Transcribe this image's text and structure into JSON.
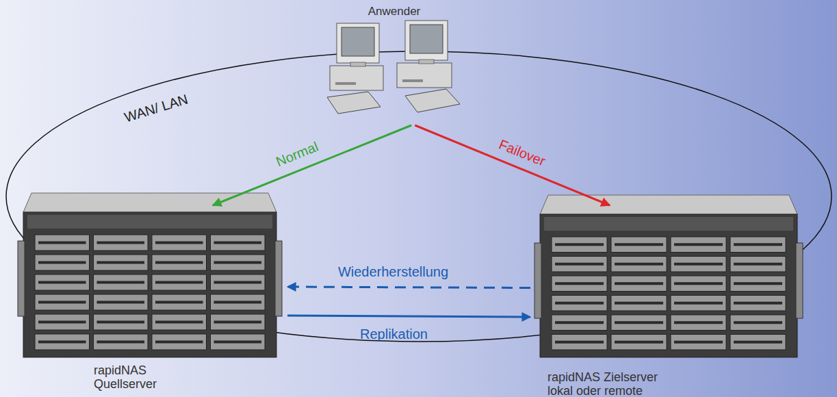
{
  "diagram": {
    "nodes": [
      {
        "text": [
          "Anwender"
        ]
      },
      {
        "text": [
          "rapidNAS Quellserver"
        ]
      },
      {
        "text": [
          "rapidNAS Zielserver lokal oder remote"
        ]
      }
    ],
    "edges": [
      {
        "from": 0,
        "to": 1,
        "arrow": "to",
        "label": "Normal"
      },
      {
        "from": 0,
        "to": 2,
        "arrow": "to",
        "label": "Failover"
      },
      {
        "from": 1,
        "to": 2,
        "arrow": "to",
        "label": "Replikation"
      },
      {
        "from": 2,
        "to": 1,
        "arrow": "to",
        "label": "Wiederherstellung"
      }
    ],
    "labels": [
      "WAN/ LAN"
    ]
  }
}
